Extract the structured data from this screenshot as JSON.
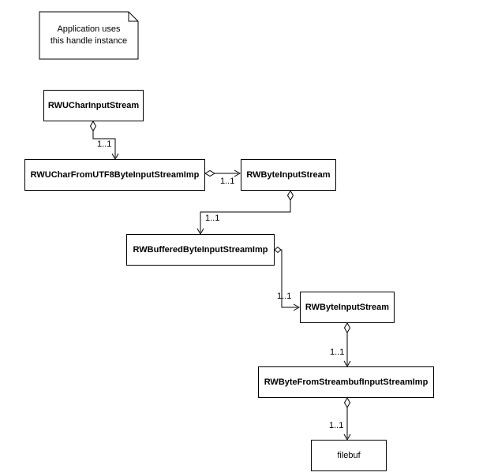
{
  "diagram": {
    "kind": "uml-class-diagram",
    "background_color": "#ffffff",
    "line_color": "#000000",
    "text_color": "#000000"
  },
  "note": {
    "lines": [
      "Application uses",
      "this handle instance"
    ]
  },
  "nodes": [
    {
      "id": "rwuchar-input-stream",
      "label": "RWUCharInputStream",
      "kind": "class"
    },
    {
      "id": "rwuchar-from-utf8-byte-input-stream-imp",
      "label": "RWUCharFromUTF8ByteInputStreamImp",
      "kind": "class"
    },
    {
      "id": "rwbyte-input-stream-upper",
      "label": "RWByteInputStream",
      "kind": "class"
    },
    {
      "id": "rwbuffered-byte-input-stream-imp",
      "label": "RWBufferedByteInputStreamImp",
      "kind": "class"
    },
    {
      "id": "rwbyte-input-stream-lower",
      "label": "RWByteInputStream",
      "kind": "class"
    },
    {
      "id": "rwbyte-from-streambuf-input-stream-imp",
      "label": "RWByteFromStreambufInputStreamImp",
      "kind": "class"
    },
    {
      "id": "filebuf",
      "label": "filebuf",
      "kind": "class"
    }
  ],
  "edges": [
    {
      "from": "rwuchar-input-stream",
      "to": "rwuchar-from-utf8-byte-input-stream-imp",
      "type": "aggregation",
      "multiplicity": "1..1"
    },
    {
      "from": "rwuchar-from-utf8-byte-input-stream-imp",
      "to": "rwbyte-input-stream-upper",
      "type": "aggregation",
      "multiplicity": "1..1"
    },
    {
      "from": "rwbyte-input-stream-upper",
      "to": "rwbuffered-byte-input-stream-imp",
      "type": "aggregation",
      "multiplicity": "1..1"
    },
    {
      "from": "rwbuffered-byte-input-stream-imp",
      "to": "rwbyte-input-stream-lower",
      "type": "aggregation",
      "multiplicity": "1..1"
    },
    {
      "from": "rwbyte-input-stream-lower",
      "to": "rwbyte-from-streambuf-input-stream-imp",
      "type": "aggregation",
      "multiplicity": "1..1"
    },
    {
      "from": "rwbyte-from-streambuf-input-stream-imp",
      "to": "filebuf",
      "type": "aggregation",
      "multiplicity": "1..1"
    }
  ]
}
